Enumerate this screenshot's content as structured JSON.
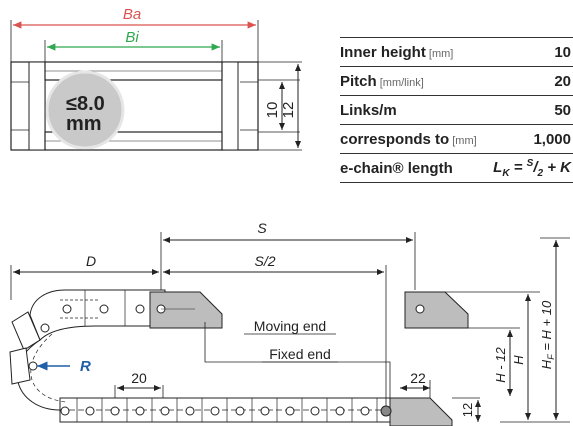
{
  "top_figure": {
    "label_ba": "Ba",
    "label_bi": "Bi",
    "badge_text": "≤8.0\nmm",
    "dim_inner": "10",
    "dim_outer": "12",
    "color_ba": "#d9534f",
    "color_bi": "#2fa84f"
  },
  "spec_table": {
    "rows": [
      {
        "label": "Inner height",
        "unit": "[mm]",
        "value": "10"
      },
      {
        "label": "Pitch",
        "unit": "[mm/link]",
        "value": "20"
      },
      {
        "label": "Links/m",
        "unit": "",
        "value": "50"
      },
      {
        "label": "corresponds to",
        "unit": "[mm]",
        "value": "1,000"
      },
      {
        "label": "e-chain® length",
        "unit": "",
        "value": "L_K = S/2 + K"
      }
    ]
  },
  "bottom_figure": {
    "label_S": "S",
    "label_D": "D",
    "label_S_half": "S/2",
    "label_moving_end": "Moving end",
    "label_fixed_end": "Fixed end",
    "label_R": "R",
    "dim_pitch": "20",
    "dim_22": "22",
    "dim_12": "12",
    "label_H_minus_12": "H - 12",
    "label_H": "H",
    "label_HF": "H_F = H + 10",
    "color_R": "#1f5fa8"
  }
}
